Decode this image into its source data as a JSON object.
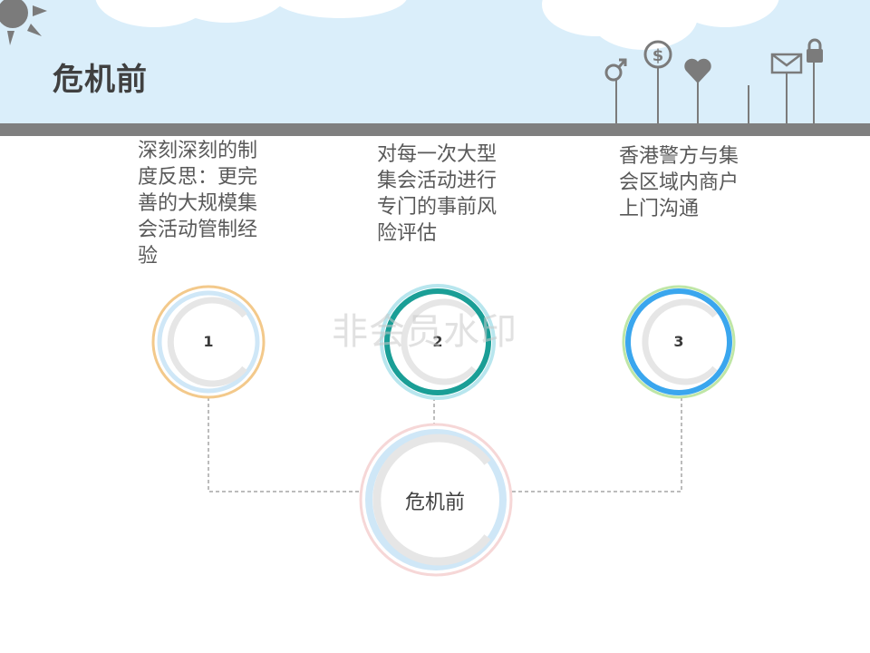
{
  "header": {
    "title": "危机前"
  },
  "steps": [
    {
      "number": "1",
      "text": "深刻深刻的制度反思：更完善的大规模集会活动管制经验"
    },
    {
      "number": "2",
      "text": "对每一次大型集会活动进行专门的事前风险评估"
    },
    {
      "number": "3",
      "text": "香港警方与集会区域内商户上门沟通"
    }
  ],
  "center": {
    "label": "危机前"
  },
  "watermark": "非会员水印",
  "icons": [
    "sun-icon",
    "male-symbol-icon",
    "dollar-icon",
    "heart-icon",
    "envelope-icon",
    "lock-icon"
  ],
  "colors": {
    "sky": "#daeefa",
    "bar": "#7f7f7f",
    "ring1": "#f3c98b",
    "ring2": "#1a9e96",
    "ring3": "#3aa6ee"
  }
}
